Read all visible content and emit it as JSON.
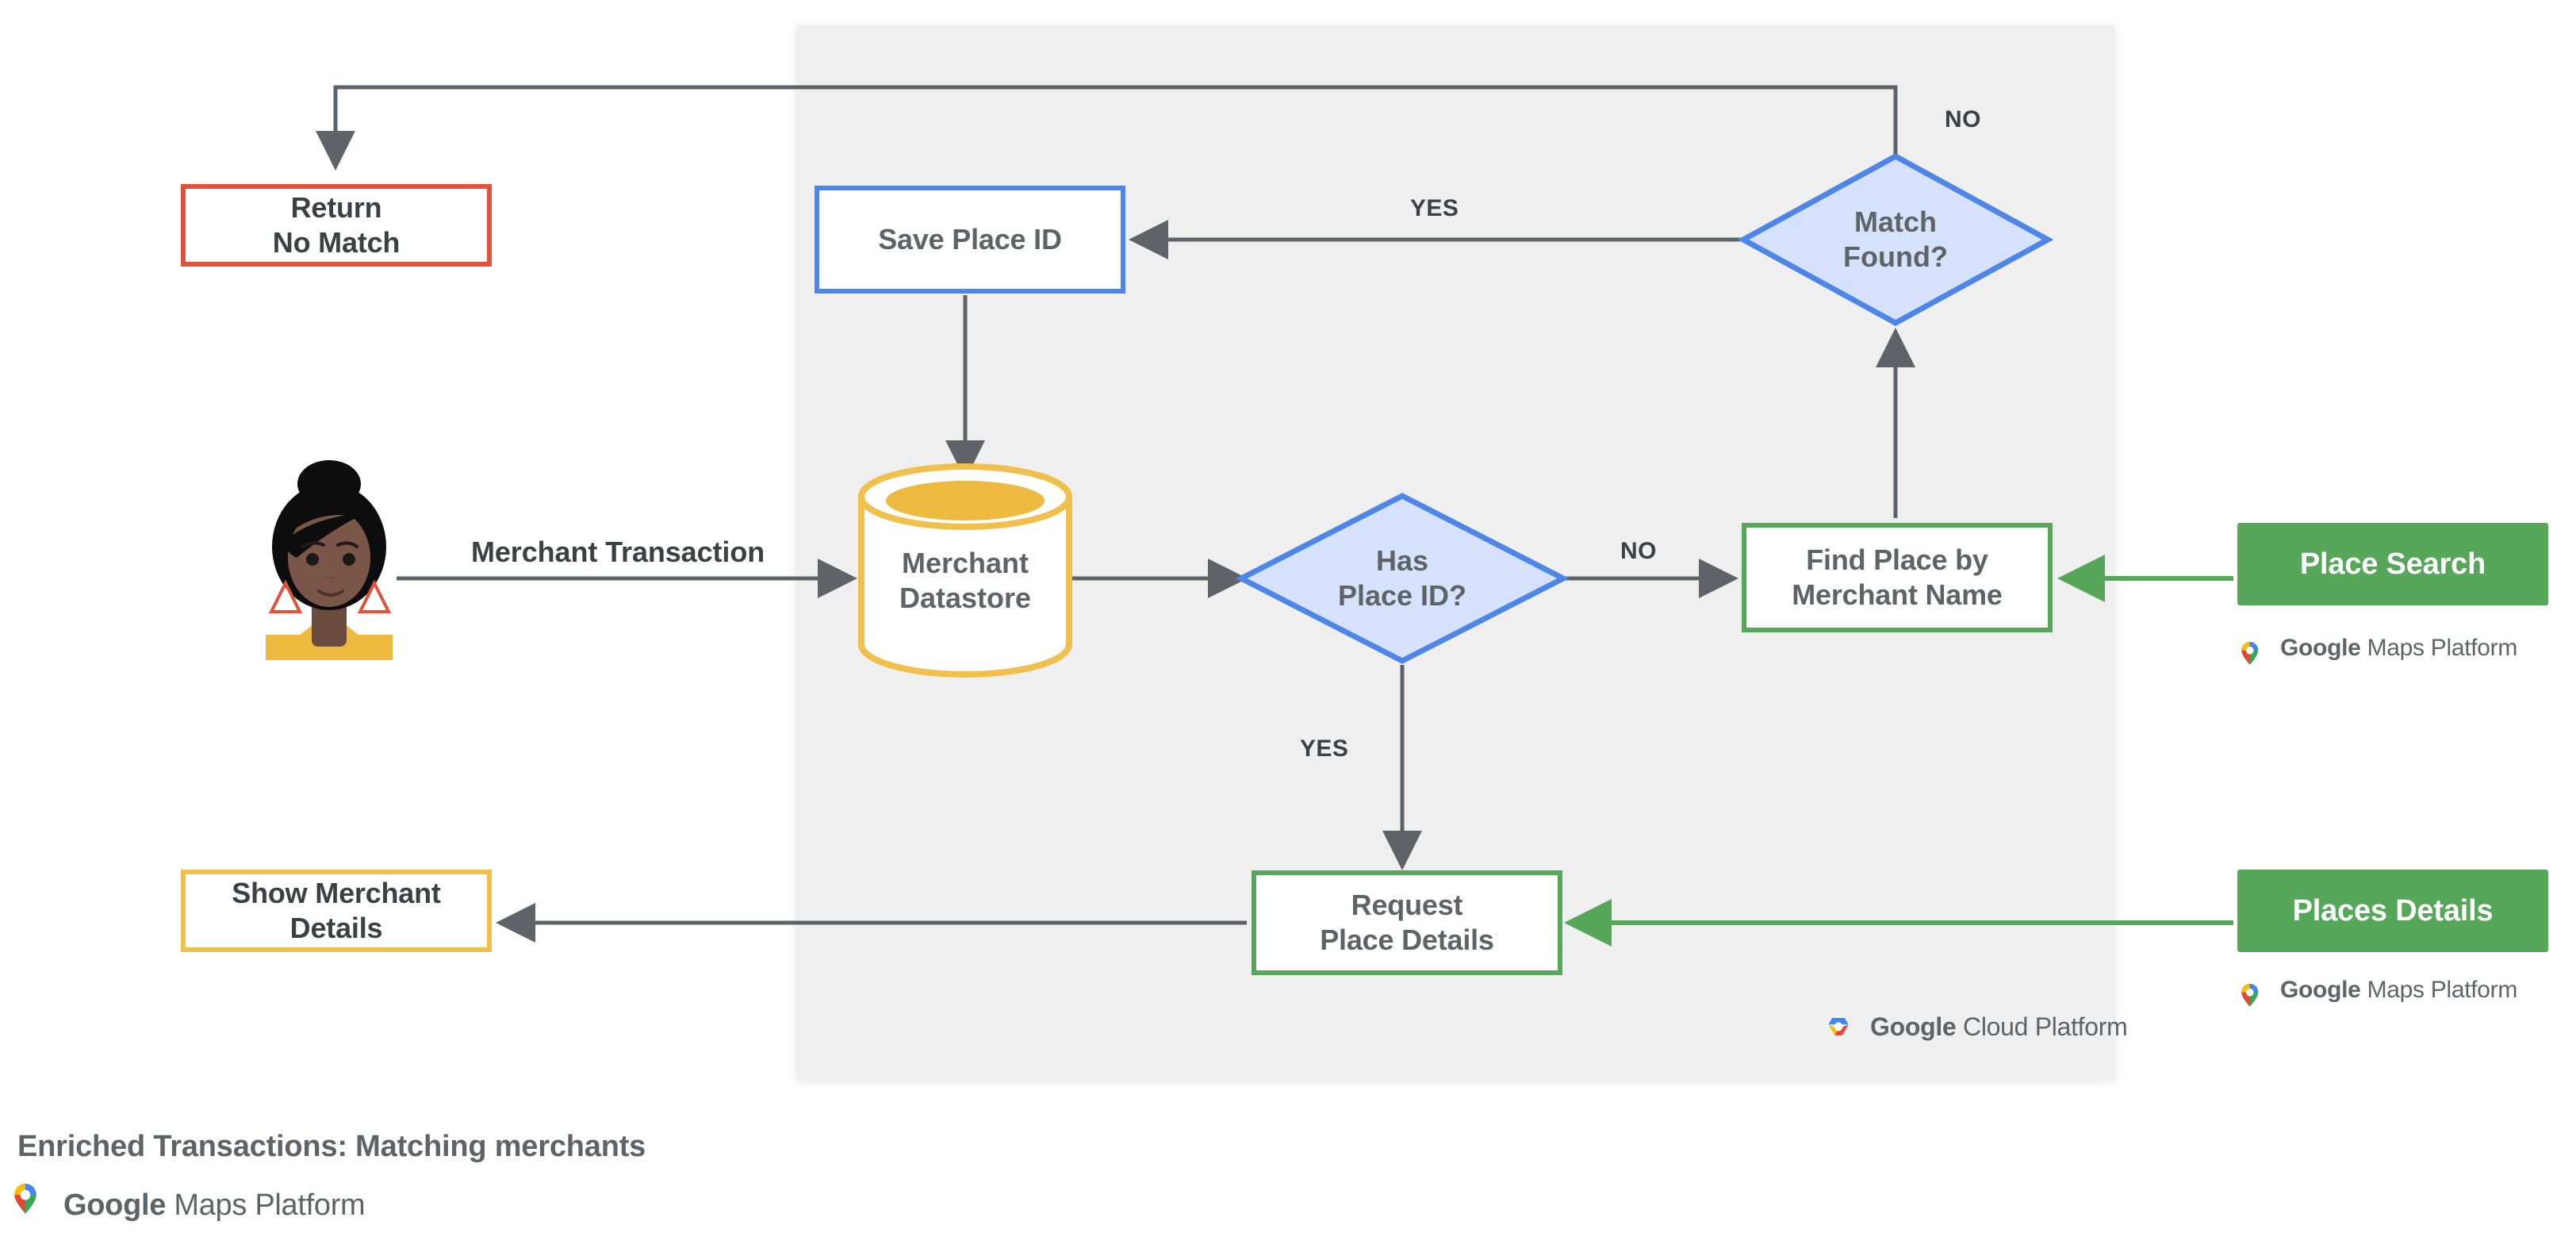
{
  "diagram": {
    "title": "Enriched Transactions: Matching merchants",
    "panel_label": "google-cloud-platform-region",
    "colors": {
      "panel_bg": "#efefef",
      "red": "#e0513e",
      "blue": "#4e86e8",
      "blue_fill": "#d6e2fb",
      "green": "#57a75b",
      "amber": "#f0bf4c",
      "line": "#5f6368",
      "text": "#5f6368"
    }
  },
  "nodes": {
    "return_no_match": "Return\nNo Match",
    "save_place_id": "Save Place ID",
    "match_found": "Match\nFound?",
    "merchant_datastore": "Merchant\nDatastore",
    "has_place_id": "Has\nPlace ID?",
    "find_place_by_merchant_name": "Find Place by\nMerchant Name",
    "place_search": "Place Search",
    "request_place_details": "Request\nPlace Details",
    "places_details": "Places Details",
    "show_merchant_details": "Show Merchant\nDetails"
  },
  "edge_labels": {
    "no_match_found": "NO",
    "yes_match_found": "YES",
    "merchant_transaction": "Merchant Transaction",
    "no_has_place_id": "NO",
    "yes_has_place_id": "YES"
  },
  "brand": {
    "maps_platform_google": "Google",
    "maps_platform_rest": " Maps Platform",
    "cloud_platform_google": "Google",
    "cloud_platform_rest": " Cloud Platform"
  },
  "footer": {
    "title": "Enriched Transactions: Matching merchants",
    "lockup_google": "Google",
    "lockup_rest": " Maps Platform"
  },
  "icons": {
    "maps_pin": "maps-pin-icon",
    "cloud_hex": "cloud-hexagon-icon",
    "user_avatar": "user-avatar-icon"
  }
}
